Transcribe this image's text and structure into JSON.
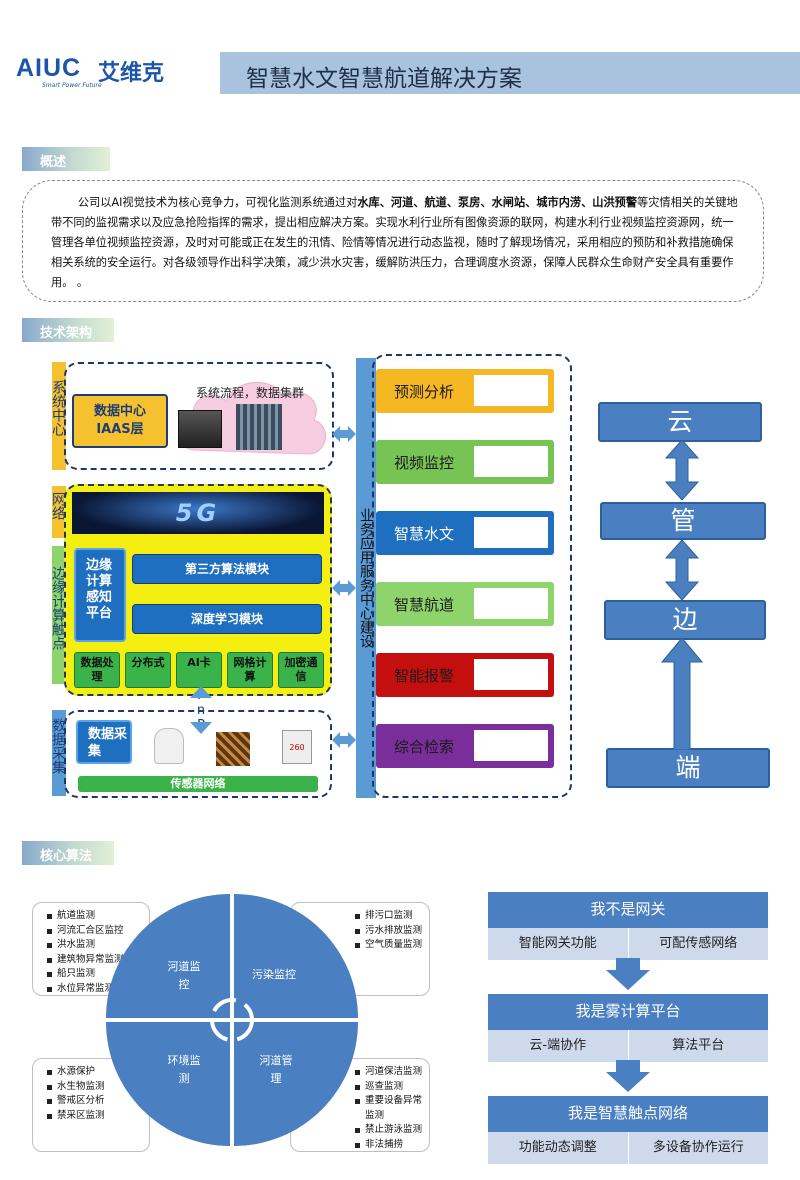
{
  "header": {
    "brand": "AIUC",
    "brand_cn": "艾维克",
    "tagline": "Smart Power Future",
    "title": "智慧水文智慧航道解决方案"
  },
  "sections": {
    "overview": "概述",
    "architecture": "技术架构",
    "core": "核心算法"
  },
  "overview": {
    "p1": "公司以AI视觉技术为核心竞争力，可视化监测系统通过对",
    "bold": "水库、河道、航道、泵房、水闸站、城市内涝、山洪预警",
    "p2": "等灾情相关的关键地带不同的监视需求以及应急抢险指挥的需求，提出相应解决方案。实现水利行业所有图像资源的联网，构建水利行业视频监控资源网，统一管理各单位视频监控资源，及时对可能或正在发生的汛情、险情等情况进行动态监视，随时了解现场情况，采用相应的预防和补救措施确保相关系统的安全运行。对各级领导作出科学决策，减少洪水灾害，缓解防洪压力，合理调度水资源，保障人民群众生命财产安全具有重要作用。 。"
  },
  "arch": {
    "system_center": "系统中心",
    "network": "网络",
    "edge_node": "边缘计算触点",
    "data_collect": "数据采集",
    "dc_label": "数据中心\nIAAS层",
    "cloud_label": "系统流程，数据集群",
    "banner": "5G",
    "edge_platform": "边缘计算感知平台",
    "third_party": "第三方算法模块",
    "deep_learning": "深度学习模块",
    "mods": [
      "数据处理",
      "分布式",
      "AI卡",
      "网格计算",
      "加密通信"
    ],
    "pnp": "PnP",
    "collect_label": "数据采集",
    "sensor_net": "传感器网络",
    "sensor_reading": "260",
    "service_center": "业务应用服务中心建设",
    "apps": [
      {
        "label": "预测分析",
        "color": "#f5b823"
      },
      {
        "label": "视频监控",
        "color": "#77c353"
      },
      {
        "label": "智慧水文",
        "color": "#1e6fc0"
      },
      {
        "label": "智慧航道",
        "color": "#8ed36b"
      },
      {
        "label": "智能报警",
        "color": "#c50f0f"
      },
      {
        "label": "综合检索",
        "color": "#7a2e9a"
      }
    ],
    "stack": [
      "云",
      "管",
      "边",
      "端"
    ]
  },
  "core": {
    "quad": [
      "河道监控",
      "污染监控",
      "环境监测",
      "河道管理"
    ],
    "list_tl": [
      "航道监测",
      "河流汇合区监控",
      "洪水监测",
      "建筑物异常监测",
      "船只监测",
      "水位异常监测"
    ],
    "list_tr": [
      "排污口监测",
      "污水排放监测",
      "空气质量监测"
    ],
    "list_bl": [
      "水源保护",
      "水生物监测",
      "警戒区分析",
      "禁采区监测"
    ],
    "list_br": [
      "河道保洁监测",
      "巡查监测",
      "重要设备异常监测",
      "禁止游泳监测",
      "非法捕捞"
    ],
    "fog": [
      {
        "title": "我不是网关",
        "subs": [
          "智能网关功能",
          "可配传感网络"
        ]
      },
      {
        "title": "我是雾计算平台",
        "subs": [
          "云-端协作",
          "算法平台"
        ]
      },
      {
        "title": "我是智慧触点网络",
        "subs": [
          "功能动态调整",
          "多设备协作运行"
        ]
      }
    ]
  }
}
